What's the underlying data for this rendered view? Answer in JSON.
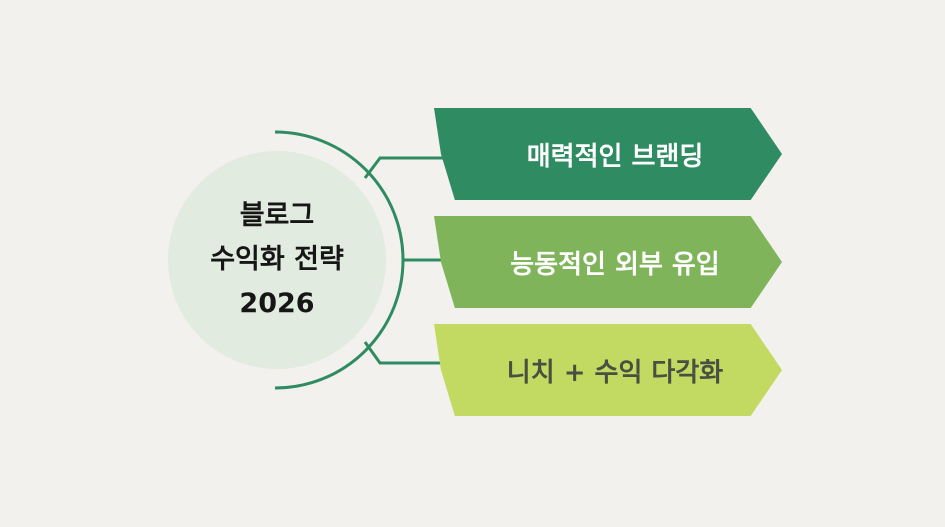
{
  "colors": {
    "background": "#f3f1ed",
    "hub_fill": "#e2ebe0",
    "arc": "#2e8b62",
    "banner_1": "#2e8b62",
    "banner_2": "#7fb45a",
    "banner_3": "#c3da62"
  },
  "hub": {
    "lines": [
      "블로그",
      "수익화 전략",
      "2026"
    ]
  },
  "branches": [
    {
      "label": "매력적인 브랜딩"
    },
    {
      "label": "능동적인 외부 유입"
    },
    {
      "label": "니치 + 수익 다각화"
    }
  ]
}
